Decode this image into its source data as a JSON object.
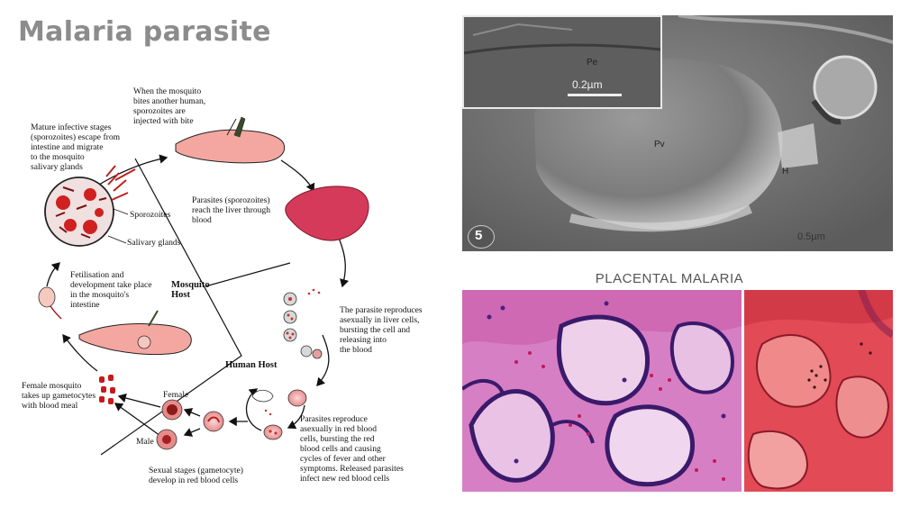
{
  "title": "Malaria parasite",
  "diagram": {
    "labels": {
      "mosquito_bites": "When the mosquito\nbites another human,\nsporozoites are\ninjected with bite",
      "mature_stages": "Mature infective stages\n(sporozoites) escape from\nintestine and migrate\nto the mosquito\nsalivary glands",
      "sporozoites": "Sporozoites",
      "salivary_glands": "Salivary glands",
      "liver": "Parasites (sporozoites)\nreach the liver through\nblood",
      "liver_reproduce": "The parasite reproduces\nasexually in liver cells,\nbursting the cell and\nreleasing into\nthe blood",
      "fertilisation": "Fetilisation and\ndevelopment take place\nin the mosquito's\nintestine",
      "mosquito_host": "Mosquito\nHost",
      "human_host": "Human Host",
      "female_mosquito": "Female mosquito\ntakes up gametocytes\nwith blood meal",
      "female": "Female",
      "male": "Male",
      "sexual_stages": "Sexual stages (gametocyte)\ndevelop in red blood cells",
      "rbc_reproduce": "Parasites reproduce\nasexually in red blood\ncells, bursting the red\nblood cells and causing\ncycles of fever and other\nsymptoms. Released parasites\ninfect new red blood cells"
    }
  },
  "micrograph": {
    "scale_label": "0.2µm",
    "panel_number": "5",
    "label_pe": "Pe",
    "label_pv": "Pv",
    "label_h": "H",
    "corner_scale": "0.5µm"
  },
  "histology": {
    "title": "PLACENTAL MALARIA"
  }
}
